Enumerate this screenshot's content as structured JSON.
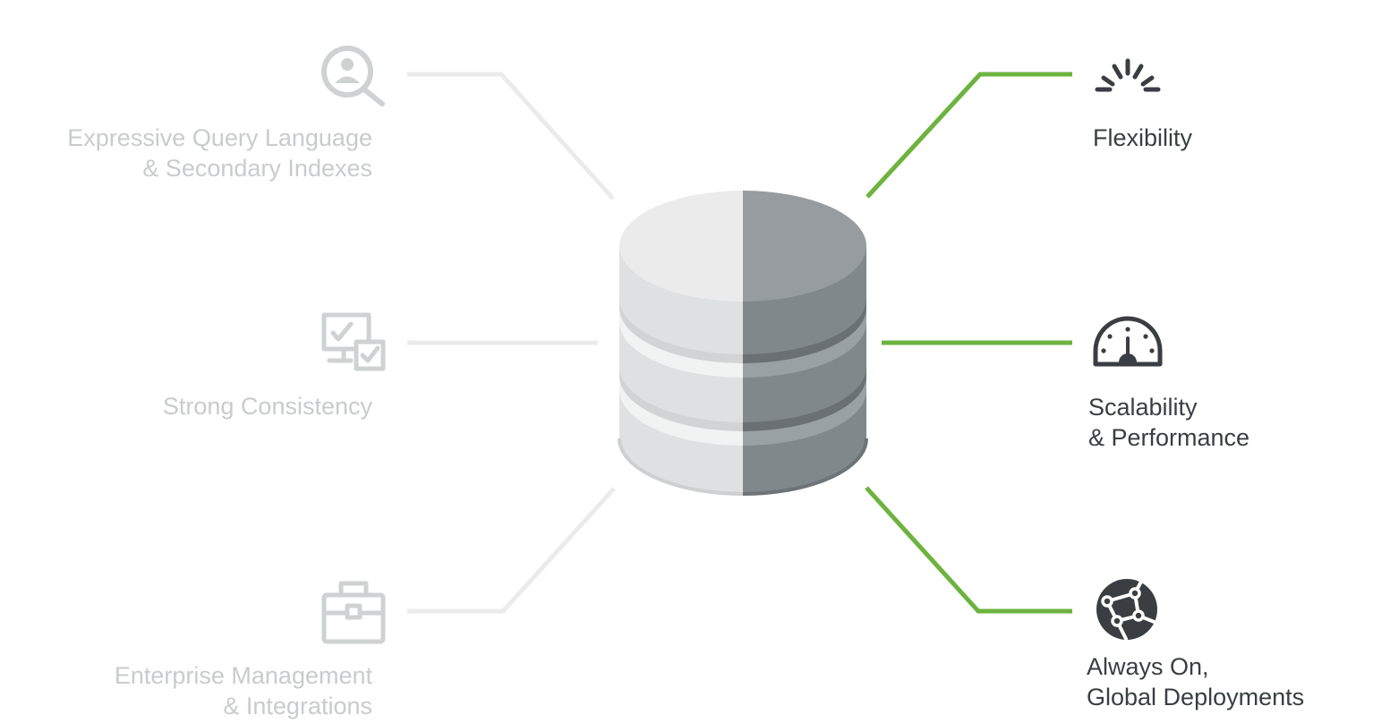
{
  "diagram": {
    "colors": {
      "accent_green": "#6db33f",
      "muted_line": "#ebebeb",
      "muted_icon": "#cfd1d2",
      "muted_text": "#c9cbcc",
      "active_icon": "#3a3e42",
      "active_text": "#3a3e42",
      "cylinder_light": "#e4e5e6",
      "cylinder_dark": "#858c90"
    },
    "center": {
      "icon": "database-cylinder-icon",
      "style": "split half light / half dark"
    },
    "left_features": [
      {
        "icon": "magnifier-person-icon",
        "line1": "Expressive Query Language",
        "line2": "& Secondary Indexes",
        "active": false
      },
      {
        "icon": "checklist-monitor-icon",
        "line1": "Strong Consistency",
        "line2": "",
        "active": false
      },
      {
        "icon": "toolbox-icon",
        "line1": "Enterprise Management",
        "line2": "& Integrations",
        "active": false
      }
    ],
    "right_features": [
      {
        "icon": "burst-rays-icon",
        "line1": "Flexibility",
        "line2": "",
        "active": true
      },
      {
        "icon": "speedometer-icon",
        "line1": "Scalability",
        "line2": "& Performance",
        "active": true
      },
      {
        "icon": "globe-network-icon",
        "line1": "Always On,",
        "line2": "Global Deployments",
        "active": true
      }
    ]
  }
}
